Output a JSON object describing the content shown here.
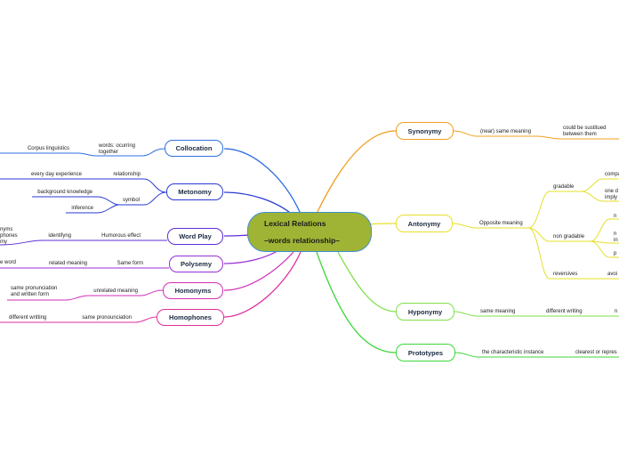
{
  "central": {
    "title": "Lexical Relations",
    "subtitle": "–words relationship–"
  },
  "left": {
    "collocation": {
      "label": "Collocation",
      "words": "words: ocurring together",
      "corpus": "Corpus linguistics"
    },
    "metonomy": {
      "label": "Metonomy",
      "relationship": "relationship",
      "every_day": "every day experience",
      "symbol": "symbol",
      "background": "background knowledge",
      "inference": "inference"
    },
    "word_play": {
      "label": "Word Play",
      "humorous": "Humorous effect",
      "identifying": "identifyng",
      "clipped": "nyms\nphones\nmy"
    },
    "polysemy": {
      "label": "Polysemy",
      "same_form": "Same form",
      "related": "related meaning",
      "clipped": "e word"
    },
    "homonyms": {
      "label": "Homonyms",
      "unrelated": "unrelated meaning",
      "same_pron": "same pronunciation and written form"
    },
    "homophones": {
      "label": "Homophones",
      "same_pron": "same pronounciation",
      "diff_writ": "different writting"
    }
  },
  "right": {
    "synonymy": {
      "label": "Synonymy",
      "near": "(near) same meaning",
      "sub": "could be sustitued between them"
    },
    "antonymy": {
      "label": "Antonymy",
      "opposite": "Opposite meaning",
      "gradable": "gradable",
      "compa": "compa",
      "one_d": "one d imply",
      "non_gradable": "non gradable",
      "n1": "n",
      "n2": "n in",
      "p": "p",
      "reversives": "reversives",
      "avoi": "avoi"
    },
    "hyponymy": {
      "label": "Hyponymy",
      "same": "same meaning",
      "diff": "different writing",
      "n": "n"
    },
    "prototypes": {
      "label": "Prototypes",
      "charac": "the characteristic instance",
      "clear": "clearest or repres"
    }
  },
  "colors": {
    "central_fill": "#9fb434",
    "central_border": "#3f8fd6",
    "collocation": "#2f6fe0",
    "metonomy": "#2a3ad6",
    "word_play": "#5f2fd6",
    "polysemy": "#9a2fd6",
    "homonyms": "#d12fb8",
    "homophones": "#e02f9e",
    "synonymy": "#f0a020",
    "antonymy": "#e6e02a",
    "hyponymy": "#7fe04a",
    "prototypes": "#3ed63a"
  }
}
